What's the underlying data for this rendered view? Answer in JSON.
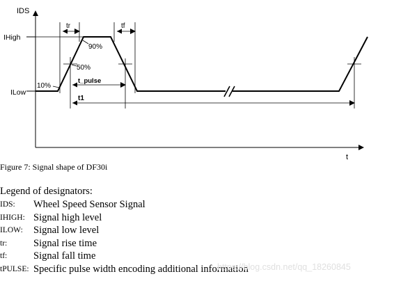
{
  "diagram": {
    "y_axis_label": "IDS",
    "x_axis_label": "t",
    "level_high_label": "IHigh",
    "level_low_label": "ILow",
    "rise_label": "tr",
    "fall_label": "tf",
    "pct_90_label": "90%",
    "pct_50_label": "50%",
    "pct_10_label": "10%",
    "pulse_label": "t_pulse",
    "period_label": "t1"
  },
  "caption": "Figure 7: Signal shape of DF30i",
  "legend": {
    "heading": "Legend of designators:",
    "items": [
      {
        "symbol": "IDS:",
        "description": "Wheel Speed Sensor Signal"
      },
      {
        "symbol": "IHIGH:",
        "description": "Signal high level"
      },
      {
        "symbol": "ILOW:",
        "description": "Signal low level"
      },
      {
        "symbol": "tr:",
        "description": "Signal rise time"
      },
      {
        "symbol": "tf:",
        "description": "Signal fall time"
      },
      {
        "symbol": "tPULSE:",
        "description": "Specific pulse width encoding additional information"
      }
    ]
  },
  "watermark": "https://blog.csdn.net/qq_18260845"
}
